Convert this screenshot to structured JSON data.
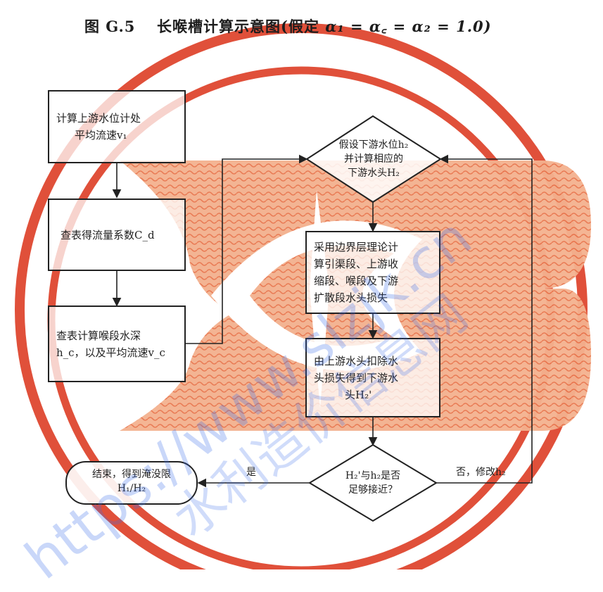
{
  "figure": {
    "title_prefix": "图 G.5",
    "title_main": "长喉槽计算示意图(假定",
    "title_formula": "α₁ = α꜀ = α₂ = 1.0)"
  },
  "nodes": {
    "calc_velocity": [
      "计算上游水位计处",
      "平均流速v₁"
    ],
    "lookup_coefficient": [
      "查表得流量系数C_d"
    ],
    "lookup_depth": [
      "查表计算喉段水深",
      "h_c，以及平均流速v_c"
    ],
    "assume_downstream": [
      "假设下游水位h₂",
      "并计算相应的",
      "下游水头H₂"
    ],
    "boundary_layer": [
      "采用边界层理论计",
      "算引渠段、上游收",
      "缩段、喉段及下游",
      "扩散段水头损失"
    ],
    "compute_head": [
      "由上游水头扣除水",
      "头损失得到下游水",
      "头H₂'"
    ],
    "compare": [
      "H₂'与h₂是否",
      "足够接近？"
    ],
    "end": [
      "结束，得到淹没限",
      "H₁/H₂"
    ]
  },
  "edges": {
    "yes_label": "是",
    "no_label": "否，修改h₂"
  },
  "watermark": {
    "url_text": "https://www.slzjk.cn",
    "cn_text": "水利造价信息网",
    "stamp_color": "#e0503a",
    "url_color": "#3c6eeb"
  }
}
